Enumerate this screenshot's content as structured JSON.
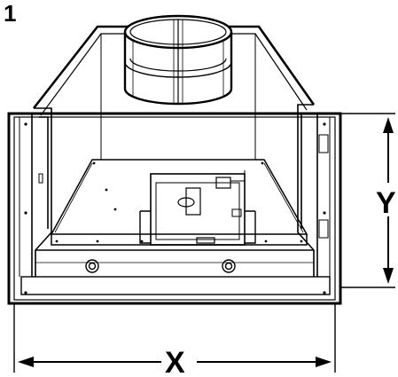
{
  "figure": {
    "step_number": "1",
    "width_label": "X",
    "height_label": "Y"
  },
  "colors": {
    "line": "#000000",
    "background": "#ffffff"
  }
}
